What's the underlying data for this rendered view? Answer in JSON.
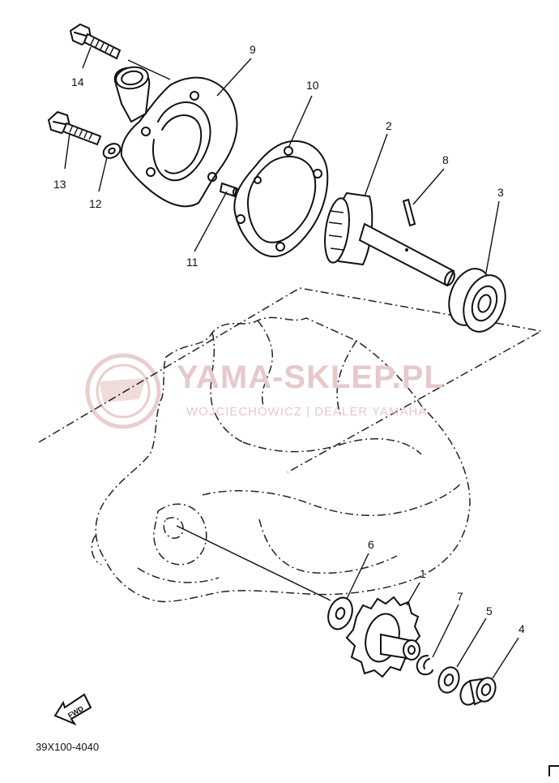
{
  "callouts": {
    "c1": "1",
    "c2": "2",
    "c3": "3",
    "c4": "4",
    "c5": "5",
    "c6": "6",
    "c7": "7",
    "c8": "8",
    "c9": "9",
    "c10": "10",
    "c11": "11",
    "c12": "12",
    "c13": "13",
    "c14": "14"
  },
  "watermark": {
    "brand": "YAMA-SKLEP.PL",
    "dealer": "WOJCIECHOWICZ | DEALER YAMAHA"
  },
  "diagram_code": "39X100-4040",
  "fwd_label": "FWD",
  "colors": {
    "line": "#111111",
    "watermark": "#e7c9c9"
  }
}
